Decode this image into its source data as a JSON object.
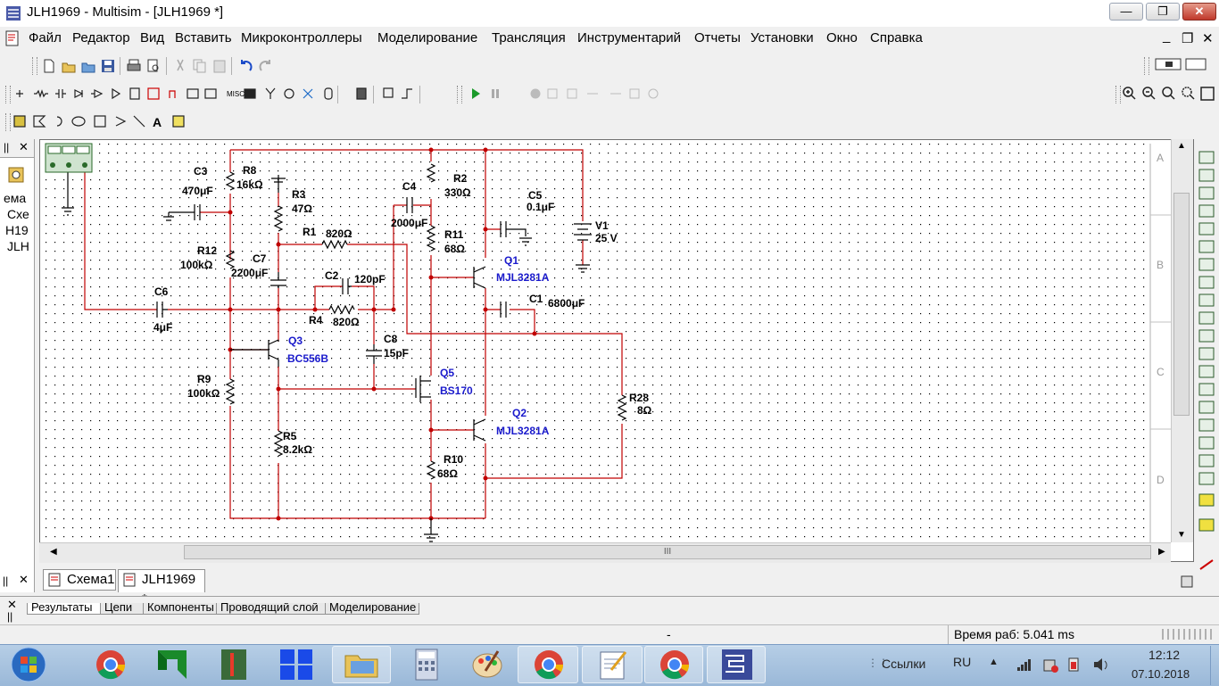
{
  "window": {
    "title": "JLH1969 - Multisim - [JLH1969 *]",
    "controls": {
      "minimize": "—",
      "maximize": "❐",
      "close": "✕"
    },
    "mdi_controls": {
      "minimize": "_",
      "restore": "❐",
      "close": "✕"
    }
  },
  "menu": [
    "Файл",
    "Редактор",
    "Вид",
    "Вставить",
    "Микроконтроллеры",
    "Моделирование",
    "Трансляция",
    "Инструментарий",
    "Отчеты",
    "Установки",
    "Окно",
    "Справка"
  ],
  "left_panel": {
    "close": "✕",
    "lines": [
      "ема",
      "Схе",
      "Н19",
      "JLH"
    ]
  },
  "schematic": {
    "components": [
      {
        "ref": "C3",
        "value": "470μF"
      },
      {
        "ref": "R8",
        "value": "16kΩ"
      },
      {
        "ref": "R3",
        "value": "47Ω"
      },
      {
        "ref": "C4",
        "value": "2000μF"
      },
      {
        "ref": "R2",
        "value": "330Ω"
      },
      {
        "ref": "C5",
        "value": "0.1μF"
      },
      {
        "ref": "V1",
        "value": "25 V"
      },
      {
        "ref": "R1",
        "value": "820Ω"
      },
      {
        "ref": "R11",
        "value": "68Ω"
      },
      {
        "ref": "R12",
        "value": "100kΩ"
      },
      {
        "ref": "C7",
        "value": "2200μF"
      },
      {
        "ref": "C2",
        "value": "120pF"
      },
      {
        "ref": "Q1",
        "value": "MJL3281A"
      },
      {
        "ref": "C1",
        "value": "6800μF"
      },
      {
        "ref": "C6",
        "value": "4μF"
      },
      {
        "ref": "R4",
        "value": "820Ω"
      },
      {
        "ref": "Q3",
        "value": "BC556B"
      },
      {
        "ref": "C8",
        "value": "15pF"
      },
      {
        "ref": "Q5",
        "value": "BS170"
      },
      {
        "ref": "R9",
        "value": "100kΩ"
      },
      {
        "ref": "R28",
        "value": "8Ω"
      },
      {
        "ref": "Q2",
        "value": "MJL3281A"
      },
      {
        "ref": "R5",
        "value": "8.2kΩ"
      },
      {
        "ref": "R10",
        "value": "68Ω"
      }
    ],
    "zones": [
      "A",
      "B",
      "C",
      "D"
    ],
    "wire_color": "#c00000",
    "component_color": "#000000",
    "transistor_label_color": "#1a1acc"
  },
  "scrollbar": {
    "grip": "III"
  },
  "doc_tabs": [
    "Схема1",
    "JLH1969 *"
  ],
  "bottom_tabs": [
    "Результаты",
    "Цепи",
    "Компоненты",
    "Проводящий слой",
    "Моделирование"
  ],
  "status": {
    "center": "-",
    "sim_time": "Время раб: 5.041 ms"
  },
  "taskbar": {
    "links_label": "Ссылки",
    "lang": "RU",
    "time": "12:12",
    "date": "07.10.2018"
  }
}
